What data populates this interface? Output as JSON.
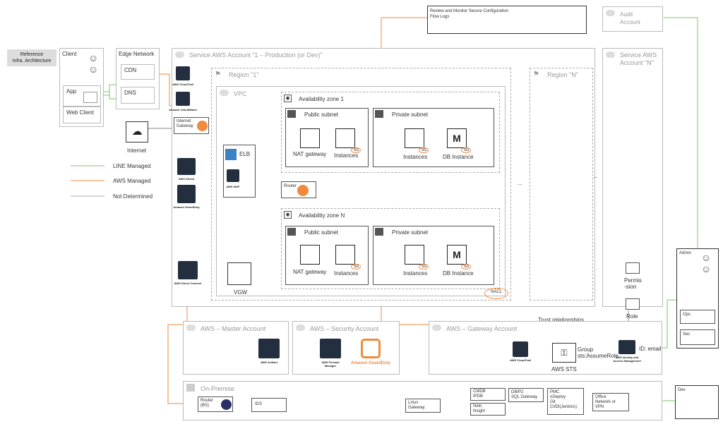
{
  "reference": "Reference\nInfra. Architecture",
  "client": {
    "title": "Client",
    "app": "App",
    "web_client": "Web Client"
  },
  "edge": {
    "title": "Edge Network",
    "cdn": "CDN",
    "dns": "DNS"
  },
  "internet": "Internet",
  "legend": {
    "line": "LINE Managed",
    "aws": "AWS Managed",
    "nd": "Not Determined"
  },
  "review": "Review and Monitor Secure Configuration\nFlow Logs",
  "audit": "Audit\nAccount",
  "service_account": "Service AWS Account \"1 – Production (or Dev)\"",
  "service_account_n": "Service AWS\nAccount \"N\"",
  "region1": "Region \"1\"",
  "regionN": "Region \"N\"",
  "vpc": "VPC",
  "az1": "Availability zone 1",
  "azN": "Availability zone N",
  "public_subnet": "Public subnet",
  "private_subnet": "Private subnet",
  "nat_gateway": "NAT gateway",
  "instances": "Instances",
  "db_instance": "DB Instance",
  "sg": "SG",
  "nacl": "NACL",
  "elb": "ELB",
  "router": "Router",
  "vgw": "VGW",
  "internet_gateway": "Internet\nGateway",
  "services": {
    "cloudtrail": "AWS CloudTrail",
    "cloudwatch": "Amazon CloudWatch",
    "shield": "AWS Shield",
    "guardduty": "Amazon GuardDuty",
    "waf": "AWS WAF",
    "direct_connect": "AWS Direct Connect",
    "artifact": "AWS Artifact",
    "firewall": "AWS Firewall Manager",
    "guardduty_big": "Amazon GuardDuty",
    "iam": "AWS Identity and Access Management"
  },
  "permission": "Permis\n-sion",
  "role": "Role",
  "trust": "Trust relationships",
  "admin": {
    "title": "Admin",
    "ops": "Ops",
    "sec": "Sec"
  },
  "master": "AWS – Master Account",
  "security": "AWS – Security Account",
  "gateway_account": "AWS – Gateway Account",
  "group": "Group\nsts:AssumeRole",
  "id_email": "ID: email",
  "sts": "AWS STS",
  "onprem": {
    "title": "On-Premise",
    "router": "Router\n(BS)",
    "ids": "IDS",
    "linux": "Linux\nGateway",
    "cmdb": "CMDB\nIPDB",
    "dbip": "DBIP2\nSQL Gateway",
    "nelo": "Nelo\nNsight",
    "pmc": "PMC\nnDeploy\nGit\nCI/DI(Jenkins)",
    "office": "Office\nNetwork or\nVPN",
    "dev": "Dev"
  },
  "ellipsis": "..."
}
